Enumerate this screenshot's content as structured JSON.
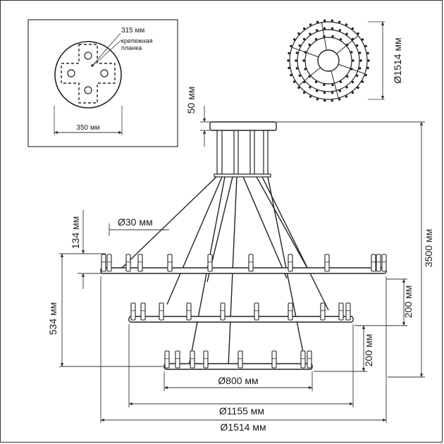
{
  "mount_detail": {
    "diameter_label": "315 мм",
    "bracket_label_line1": "крепежная",
    "bracket_label_line2": "планка",
    "width_label": "350 мм"
  },
  "top_view": {
    "diameter_label": "Ø1514 мм"
  },
  "dimensions": {
    "canopy_height": "50 мм",
    "total_height": "3500 мм",
    "upper_tier_height": "134 мм",
    "tube_diameter": "Ø30 мм",
    "ring_spacing_upper": "534 мм",
    "ring_spacing_middle": "200 мм",
    "ring_spacing_lower": "200 мм",
    "small_ring_diameter": "Ø800 мм",
    "middle_ring_diameter": "Ø1155 мм",
    "large_ring_diameter": "Ø1514 мм"
  }
}
